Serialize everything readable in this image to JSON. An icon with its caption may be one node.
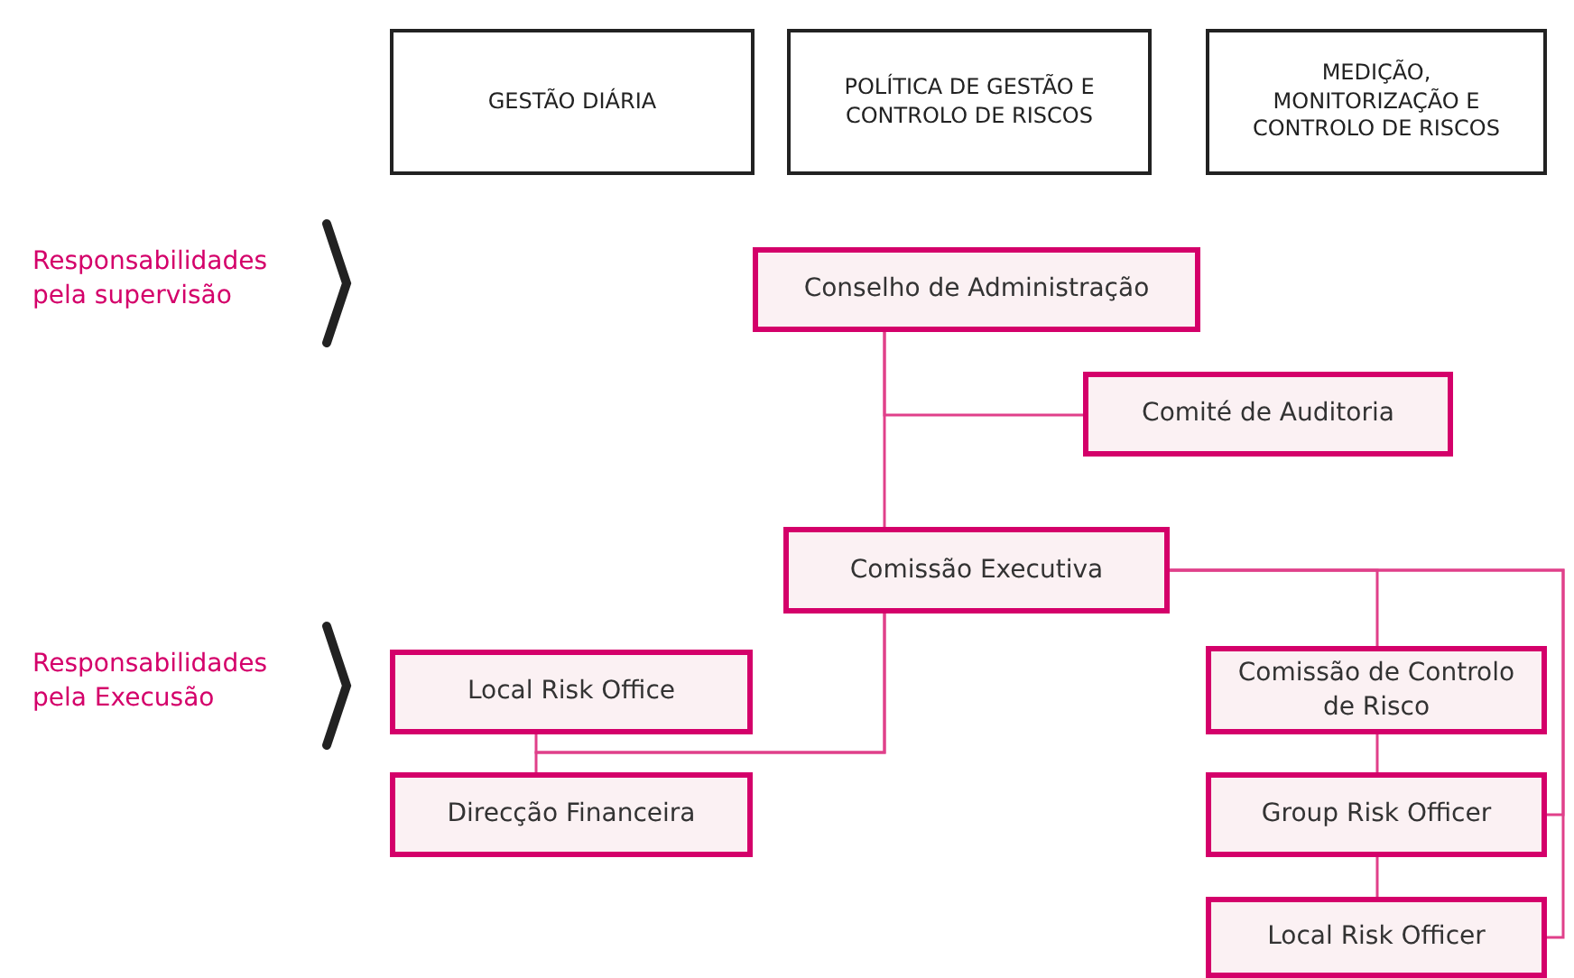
{
  "diagram": {
    "nodes": [
      {
        "text": [
          "GESTÃO DIÁRIA"
        ]
      },
      {
        "text": [
          "POLÍTICA DE GESTÃO E CONTROLO DE RISCOS"
        ]
      },
      {
        "text": [
          "MEDIÇÃO, MONITORIZAÇÃO E CONTROLO DE RISCOS"
        ]
      },
      {
        "text": [
          "Conselho de Administração"
        ]
      },
      {
        "text": [
          "Comité de Auditoria"
        ]
      },
      {
        "text": [
          "Comissão Executiva"
        ]
      },
      {
        "text": [
          "Local Risk Office"
        ]
      },
      {
        "text": [
          "Direcção Financeira"
        ]
      },
      {
        "text": [
          "Comissão de Controlo de Risco"
        ]
      },
      {
        "text": [
          "Group Risk Officer"
        ]
      },
      {
        "text": [
          "Local Risk Officer"
        ]
      }
    ],
    "edges": [
      {
        "from": 3,
        "to": 4,
        "arrow": "none"
      },
      {
        "from": 3,
        "to": 5,
        "arrow": "none"
      },
      {
        "from": 5,
        "to": 6,
        "arrow": "none"
      },
      {
        "from": 5,
        "to": 7,
        "arrow": "none"
      },
      {
        "from": 5,
        "to": 8,
        "arrow": "none"
      },
      {
        "from": 5,
        "to": 9,
        "arrow": "none"
      },
      {
        "from": 5,
        "to": 10,
        "arrow": "none"
      },
      {
        "from": 8,
        "to": 9,
        "arrow": "none"
      },
      {
        "from": 9,
        "to": 10,
        "arrow": "none"
      }
    ],
    "labels": [
      "Responsabilidades pela supervisão",
      "Responsabilidades pela Execusão"
    ]
  }
}
